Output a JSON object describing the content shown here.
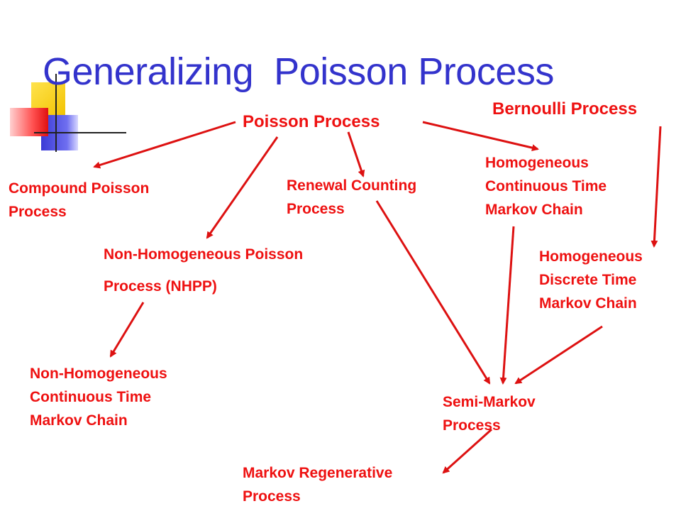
{
  "title": "Generalizing  Poisson Process",
  "nodes": {
    "poisson_process": "Poisson Process",
    "bernoulli_process": "Bernoulli Process",
    "compound_poisson": [
      "Compound Poisson",
      "Process"
    ],
    "renewal_counting": [
      "Renewal Counting",
      "Process"
    ],
    "homogeneous_ctmc": [
      "Homogeneous",
      "Continuous Time",
      "Markov Chain"
    ],
    "nhpp": [
      "Non-Homogeneous Poisson",
      "Process (NHPP)"
    ],
    "homogeneous_dtmc": [
      "Homogeneous",
      "Discrete Time",
      "Markov Chain"
    ],
    "nonhomogeneous_ctmc": [
      "Non-Homogeneous",
      "Continuous Time",
      "Markov Chain"
    ],
    "semi_markov": [
      "Semi-Markov",
      "Process"
    ],
    "markov_regenerative": [
      "Markov Regenerative",
      "Process"
    ]
  },
  "colors": {
    "title": "#3333cc",
    "labels": "#ee1111",
    "arrows": "#dd1111"
  }
}
